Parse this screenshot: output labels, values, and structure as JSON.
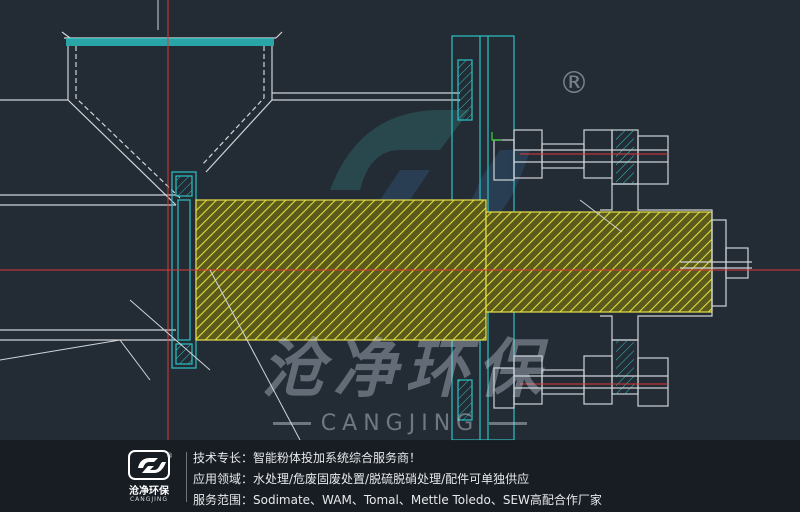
{
  "watermark": {
    "name_cn": "沧净环保",
    "name_en": "CANGJING",
    "registered": "®"
  },
  "footer": {
    "logo_name_cn": "沧净环保",
    "logo_name_en": "CANGJING",
    "logo_registered": "®",
    "lines": [
      {
        "label": "技术专长：",
        "value": "智能粉体投加系统综合服务商！"
      },
      {
        "label": "应用领域：",
        "value": "水处理/危废固废处置/脱硫脱硝处理/配件可单独供应"
      },
      {
        "label": "服务范围：",
        "value": "Sodimate、WAM、Tomal、Mettle Toledo、SEW高配合作厂家"
      }
    ]
  },
  "colors": {
    "background": "#232b34",
    "drawing_lines": "#d0d4d8",
    "cyan_parts": "#2bc4c4",
    "hatch_yellow": "#d8d23a",
    "centerline_red": "#e03a3a",
    "footer_bg": "#181c22"
  }
}
